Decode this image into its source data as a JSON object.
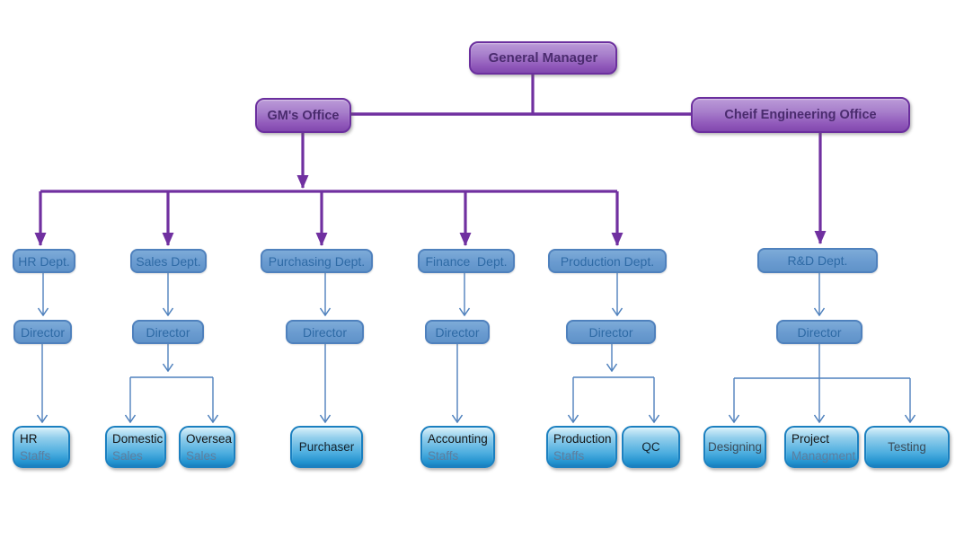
{
  "nodes": {
    "general_manager": {
      "label": "General Manager"
    },
    "gms_office": {
      "label": "GM's Office"
    },
    "chief_engineering_office": {
      "label": "Cheif Engineering Office"
    },
    "hr_dept": {
      "label": "HR Dept."
    },
    "sales_dept": {
      "label": "Sales Dept."
    },
    "purchasing_dept": {
      "label": "Purchasing Dept."
    },
    "finance_dept": {
      "label": "Finance  Dept."
    },
    "production_dept": {
      "label": "Production Dept."
    },
    "rd_dept": {
      "label": "R&D Dept."
    },
    "hr_director": {
      "label": "Director"
    },
    "sales_director": {
      "label": "Director"
    },
    "purchasing_director": {
      "label": "Director"
    },
    "finance_director": {
      "label": "Director"
    },
    "production_director": {
      "label": "Director"
    },
    "rd_director": {
      "label": "Director"
    },
    "hr_staffs": {
      "line1": "HR",
      "line2": "Staffs"
    },
    "domestic_sales": {
      "line1": "Domestic",
      "line2": "Sales"
    },
    "oversea_sales": {
      "line1": "Oversea",
      "line2": "Sales"
    },
    "purchaser": {
      "label": "Purchaser"
    },
    "accounting_staffs": {
      "line1": "Accounting",
      "line2": "Staffs"
    },
    "production_staffs": {
      "line1": "Production",
      "line2": "Staffs"
    },
    "qc": {
      "label": "QC"
    },
    "designing": {
      "label": "Designing"
    },
    "project_managment": {
      "line1": "Project",
      "line2": "Managment"
    },
    "testing": {
      "label": "Testing"
    }
  },
  "colors": {
    "background": "#ffffff",
    "purple_fill": "#9a66c2",
    "purple_border": "#6b2f9e",
    "purple_text": "#4a2b6e",
    "purple_connector": "#7030a0",
    "dept_fill": "#6a9bd0",
    "dept_border": "#4f81bd",
    "dept_text": "#2e6aa5",
    "leaf_fill_top": "#d8f0fa",
    "leaf_fill_bottom": "#1f90cd",
    "leaf_border": "#1b80c0",
    "leaf_text_primary": "#151515",
    "leaf_text_secondary": "#5d7e9e",
    "blue_connector": "#4f81bd"
  }
}
